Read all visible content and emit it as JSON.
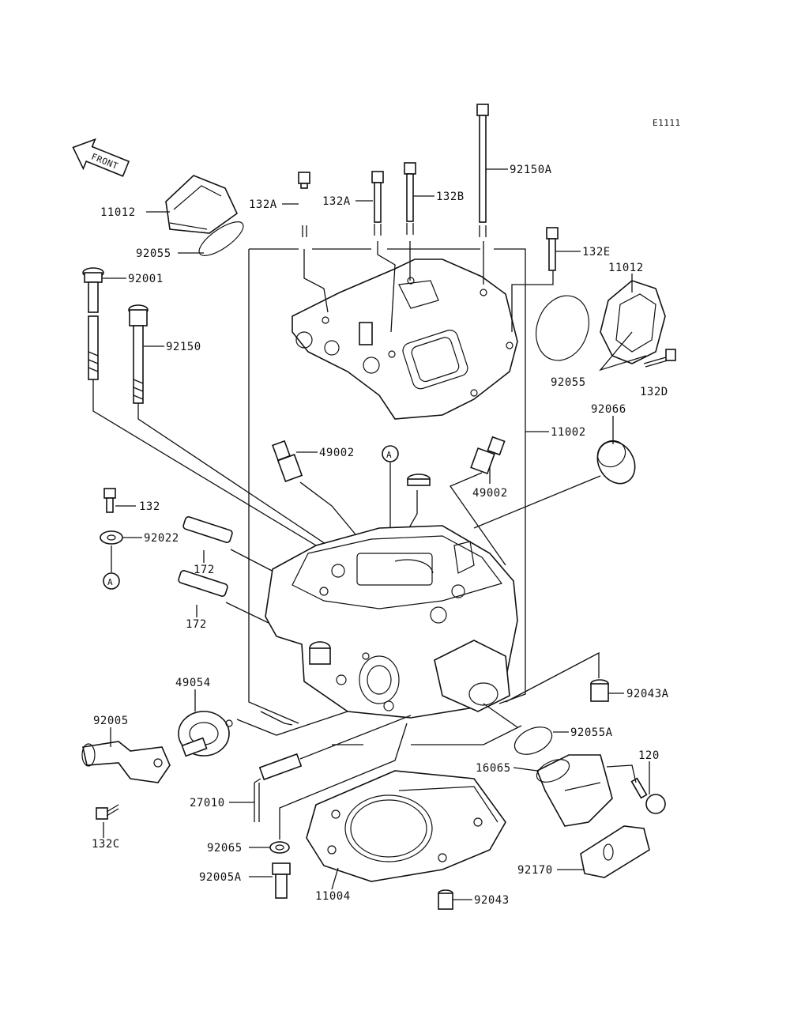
{
  "diagram_code": "E1111",
  "front_label": "FRONT",
  "ref_mark": "A",
  "labels": {
    "l11012a": "11012",
    "l92055a": "92055",
    "l92001": "92001",
    "l92150": "92150",
    "l132a1": "132A",
    "l132a2": "132A",
    "l132b": "132B",
    "l92150a": "92150A",
    "l132e": "132E",
    "l11012b": "11012",
    "l92055b": "92055",
    "l132d": "132D",
    "l11002": "11002",
    "l92066": "92066",
    "l49002a": "49002",
    "l49002b": "49002",
    "l132": "132",
    "l92022": "92022",
    "l172a": "172",
    "l172b": "172",
    "l49054": "49054",
    "l92043a": "92043A",
    "l92005": "92005",
    "l92055A": "92055A",
    "l120": "120",
    "l16065": "16065",
    "l27010": "27010",
    "l132c": "132C",
    "l92065": "92065",
    "l92170": "92170",
    "l92005a": "92005A",
    "l11004": "11004",
    "l92043": "92043"
  }
}
